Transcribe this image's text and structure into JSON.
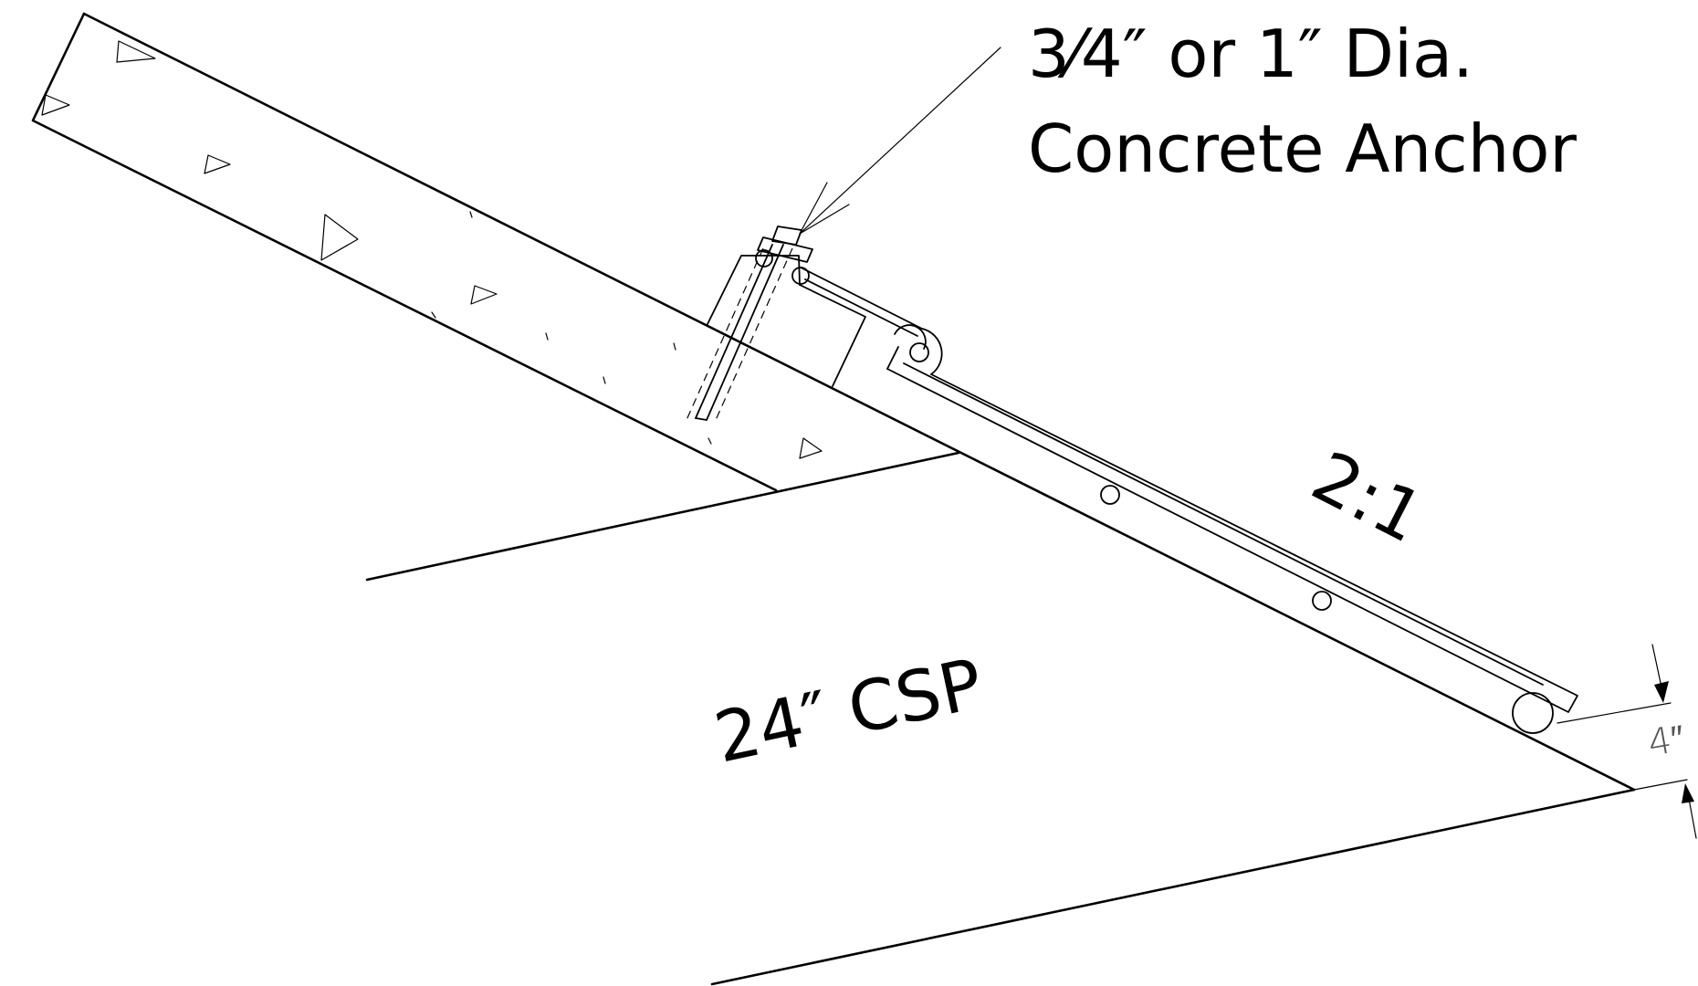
{
  "labels": {
    "anchor_line1": "3⁄4″ or 1″ Dia.",
    "anchor_line2": "Concrete Anchor",
    "slope": "2:1",
    "pipe": "24″ CSP",
    "dimension": "4″"
  },
  "colors": {
    "line": "#000000",
    "dimension_text": "#555555",
    "background": "#ffffff"
  }
}
